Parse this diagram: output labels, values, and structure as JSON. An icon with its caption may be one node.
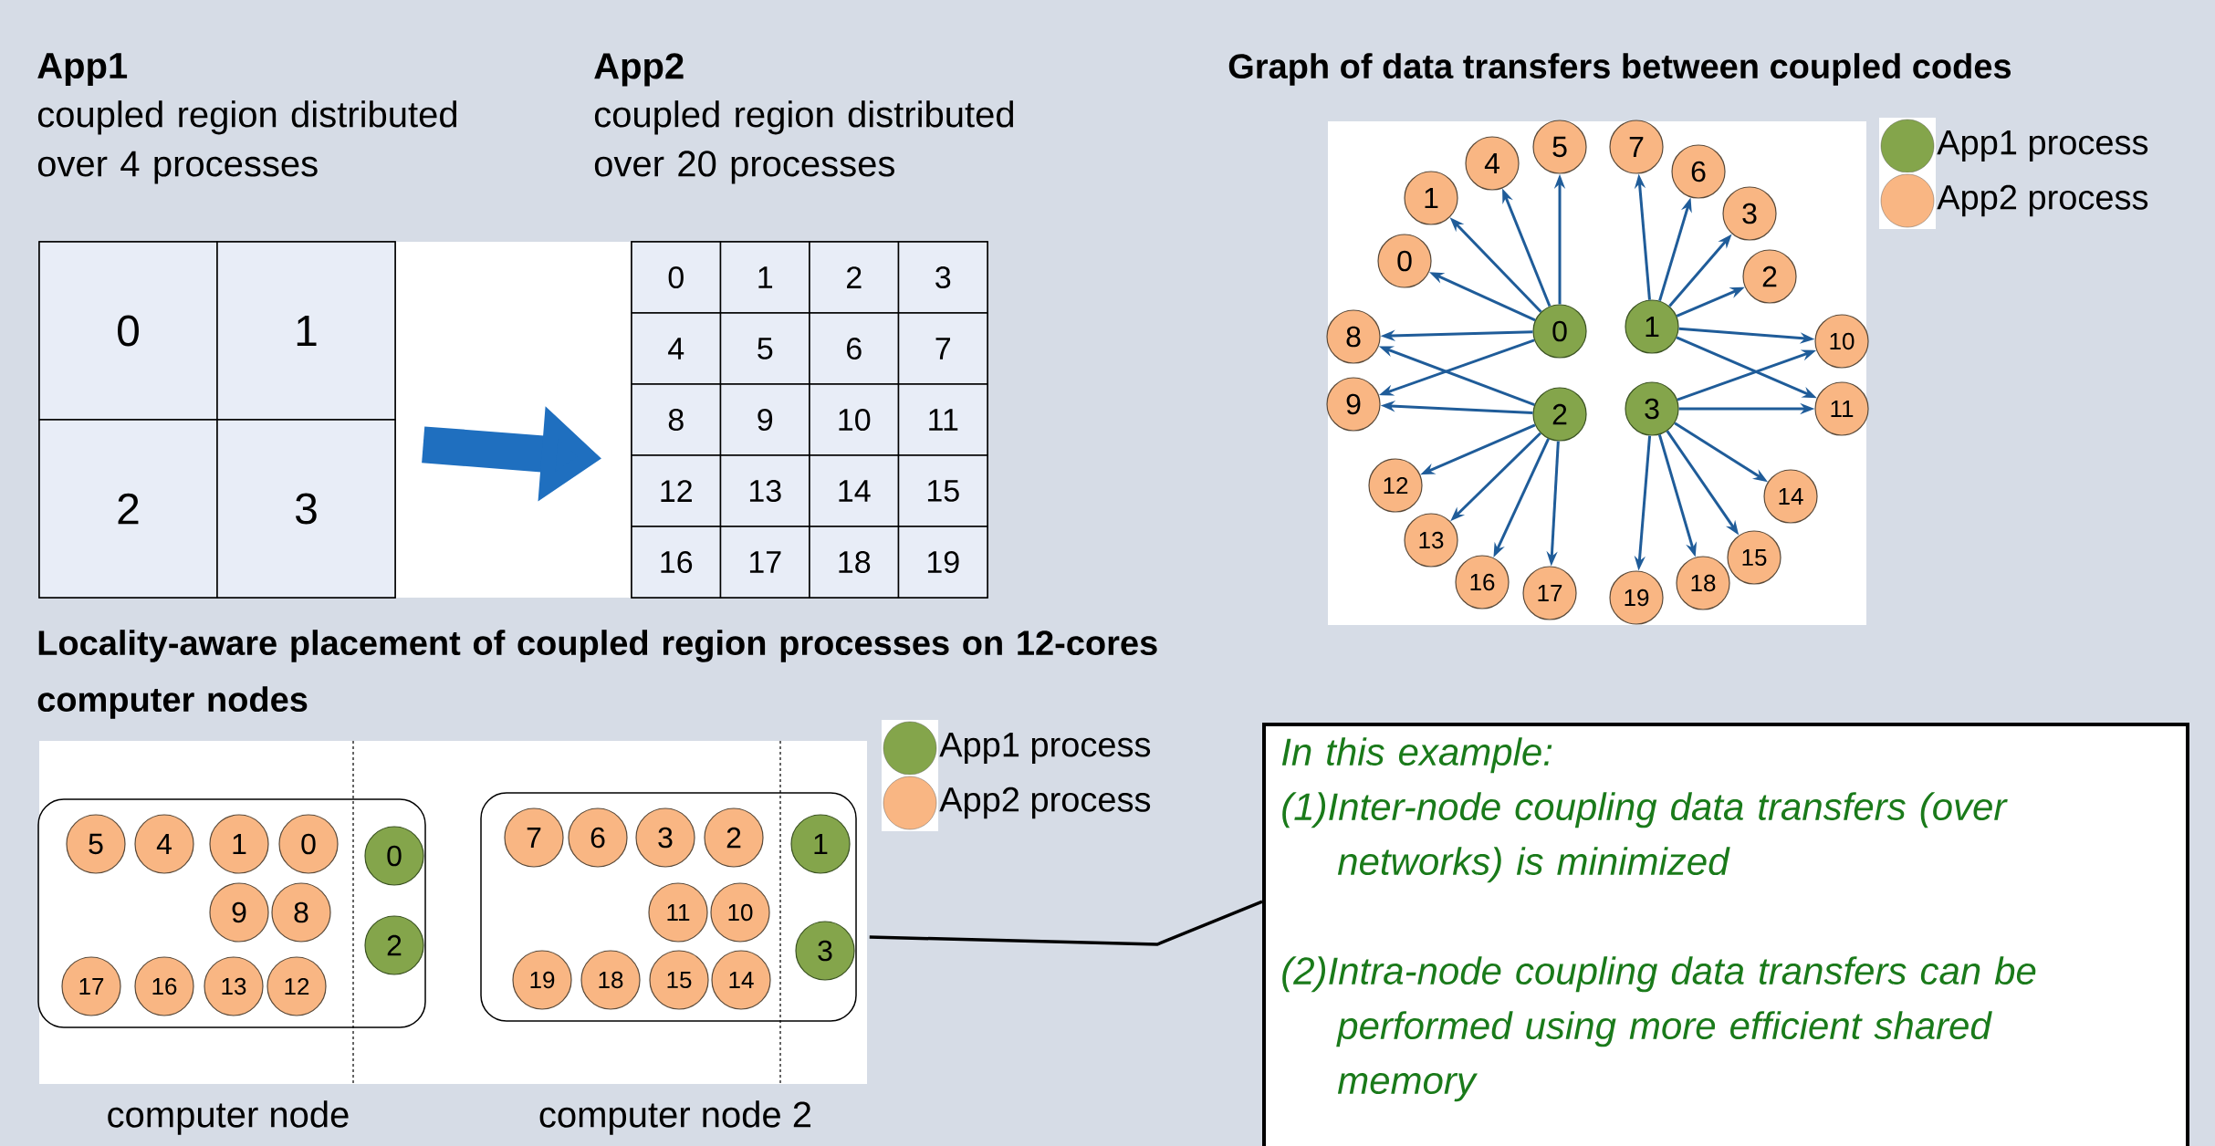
{
  "diagram": {
    "nodes": [
      {
        "text": [
          "App1",
          "coupled region distributed over 4 processes"
        ]
      },
      {
        "text": [
          "0"
        ],
        "in": 0
      },
      {
        "text": [
          "1"
        ],
        "in": 0
      },
      {
        "text": [
          "2"
        ],
        "in": 0
      },
      {
        "text": [
          "3"
        ],
        "in": 0
      },
      {
        "text": [
          "App2",
          "coupled region distributed over 20 processes"
        ]
      },
      {
        "text": [
          "0"
        ],
        "in": 5
      },
      {
        "text": [
          "1"
        ],
        "in": 5
      },
      {
        "text": [
          "2"
        ],
        "in": 5
      },
      {
        "text": [
          "3"
        ],
        "in": 5
      },
      {
        "text": [
          "4"
        ],
        "in": 5
      },
      {
        "text": [
          "5"
        ],
        "in": 5
      },
      {
        "text": [
          "6"
        ],
        "in": 5
      },
      {
        "text": [
          "7"
        ],
        "in": 5
      },
      {
        "text": [
          "8"
        ],
        "in": 5
      },
      {
        "text": [
          "9"
        ],
        "in": 5
      },
      {
        "text": [
          "10"
        ],
        "in": 5
      },
      {
        "text": [
          "11"
        ],
        "in": 5
      },
      {
        "text": [
          "12"
        ],
        "in": 5
      },
      {
        "text": [
          "13"
        ],
        "in": 5
      },
      {
        "text": [
          "14"
        ],
        "in": 5
      },
      {
        "text": [
          "15"
        ],
        "in": 5
      },
      {
        "text": [
          "16"
        ],
        "in": 5
      },
      {
        "text": [
          "17"
        ],
        "in": 5
      },
      {
        "text": [
          "18"
        ],
        "in": 5
      },
      {
        "text": [
          "19"
        ],
        "in": 5
      },
      {
        "text": [
          "0"
        ]
      },
      {
        "text": [
          "1"
        ]
      },
      {
        "text": [
          "2"
        ]
      },
      {
        "text": [
          "3"
        ]
      },
      {
        "text": [
          "0"
        ]
      },
      {
        "text": [
          "1"
        ]
      },
      {
        "text": [
          "2"
        ]
      },
      {
        "text": [
          "3"
        ]
      },
      {
        "text": [
          "4"
        ]
      },
      {
        "text": [
          "5"
        ]
      },
      {
        "text": [
          "6"
        ]
      },
      {
        "text": [
          "7"
        ]
      },
      {
        "text": [
          "8"
        ]
      },
      {
        "text": [
          "9"
        ]
      },
      {
        "text": [
          "10"
        ]
      },
      {
        "text": [
          "11"
        ]
      },
      {
        "text": [
          "12"
        ]
      },
      {
        "text": [
          "13"
        ]
      },
      {
        "text": [
          "14"
        ]
      },
      {
        "text": [
          "15"
        ]
      },
      {
        "text": [
          "16"
        ]
      },
      {
        "text": [
          "17"
        ]
      },
      {
        "text": [
          "18"
        ]
      },
      {
        "text": [
          "19"
        ]
      },
      {
        "text": [
          "computer node"
        ]
      },
      {
        "text": [
          "5"
        ],
        "in": 50
      },
      {
        "text": [
          "4"
        ],
        "in": 50
      },
      {
        "text": [
          "1"
        ],
        "in": 50
      },
      {
        "text": [
          "0"
        ],
        "in": 50
      },
      {
        "text": [
          "0"
        ],
        "in": 50
      },
      {
        "text": [
          "9"
        ],
        "in": 50
      },
      {
        "text": [
          "8"
        ],
        "in": 50
      },
      {
        "text": [
          "2"
        ],
        "in": 50
      },
      {
        "text": [
          "17"
        ],
        "in": 50
      },
      {
        "text": [
          "16"
        ],
        "in": 50
      },
      {
        "text": [
          "13"
        ],
        "in": 50
      },
      {
        "text": [
          "12"
        ],
        "in": 50
      },
      {
        "text": [
          "computer node 2"
        ]
      },
      {
        "text": [
          "7"
        ],
        "in": 63
      },
      {
        "text": [
          "6"
        ],
        "in": 63
      },
      {
        "text": [
          "3"
        ],
        "in": 63
      },
      {
        "text": [
          "2"
        ],
        "in": 63
      },
      {
        "text": [
          "1"
        ],
        "in": 63
      },
      {
        "text": [
          "11"
        ],
        "in": 63
      },
      {
        "text": [
          "10"
        ],
        "in": 63
      },
      {
        "text": [
          "3"
        ],
        "in": 63
      },
      {
        "text": [
          "19"
        ],
        "in": 63
      },
      {
        "text": [
          "18"
        ],
        "in": 63
      },
      {
        "text": [
          "15"
        ],
        "in": 63
      },
      {
        "text": [
          "14"
        ],
        "in": 63
      },
      {
        "text": [
          "In this example:",
          "(1)Inter-node coupling data transfers (over networks) is minimized",
          "(2)Intra-node coupling data transfers can be performed using more efficient shared memory"
        ]
      }
    ],
    "edges": [
      {
        "from": 0,
        "to": 5,
        "arrow": "to",
        "style": "thick",
        "color": "#1f6fbf"
      },
      {
        "from": 26,
        "to": 30,
        "arrow": "to"
      },
      {
        "from": 26,
        "to": 31,
        "arrow": "to"
      },
      {
        "from": 26,
        "to": 34,
        "arrow": "to"
      },
      {
        "from": 26,
        "to": 35,
        "arrow": "to"
      },
      {
        "from": 26,
        "to": 38,
        "arrow": "to"
      },
      {
        "from": 26,
        "to": 39,
        "arrow": "to"
      },
      {
        "from": 27,
        "to": 37,
        "arrow": "to"
      },
      {
        "from": 27,
        "to": 36,
        "arrow": "to"
      },
      {
        "from": 27,
        "to": 33,
        "arrow": "to"
      },
      {
        "from": 27,
        "to": 32,
        "arrow": "to"
      },
      {
        "from": 27,
        "to": 40,
        "arrow": "to"
      },
      {
        "from": 27,
        "to": 41,
        "arrow": "to"
      },
      {
        "from": 28,
        "to": 38,
        "arrow": "to"
      },
      {
        "from": 28,
        "to": 39,
        "arrow": "to"
      },
      {
        "from": 28,
        "to": 42,
        "arrow": "to"
      },
      {
        "from": 28,
        "to": 43,
        "arrow": "to"
      },
      {
        "from": 28,
        "to": 46,
        "arrow": "to"
      },
      {
        "from": 28,
        "to": 47,
        "arrow": "to"
      },
      {
        "from": 29,
        "to": 40,
        "arrow": "to"
      },
      {
        "from": 29,
        "to": 41,
        "arrow": "to"
      },
      {
        "from": 29,
        "to": 44,
        "arrow": "to"
      },
      {
        "from": 29,
        "to": 45,
        "arrow": "to"
      },
      {
        "from": 29,
        "to": 48,
        "arrow": "to"
      },
      {
        "from": 29,
        "to": 49,
        "arrow": "to"
      },
      {
        "from": 63,
        "to": 76,
        "arrow": "none",
        "color": "#000000"
      }
    ],
    "labels": [
      "Graph of data transfers between coupled codes",
      "Locality-aware placement of coupled region processes on 12-cores computer nodes"
    ],
    "legend": [
      {
        "text": "App1 process",
        "color": "#84a54b"
      },
      {
        "text": "App2 process",
        "color": "#f9b683"
      },
      {
        "text": "App1 process",
        "color": "#84a54b"
      },
      {
        "text": "App2 process",
        "color": "#f9b683"
      }
    ]
  }
}
